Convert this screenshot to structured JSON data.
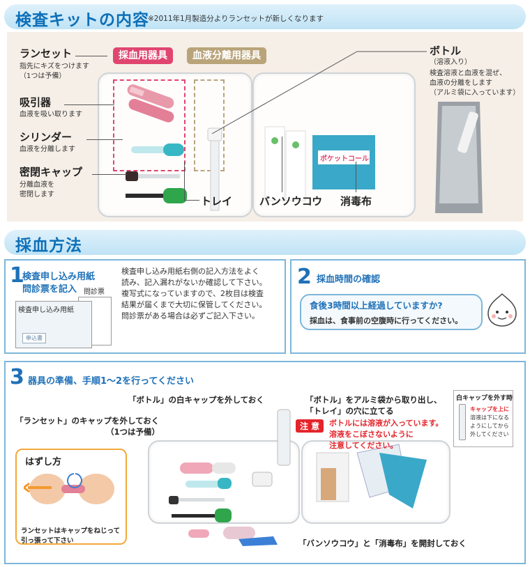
{
  "kit": {
    "title": "検査キットの内容",
    "note": "※2011年1月製造分よりランセットが新しくなります",
    "tag_blood": "採血用器具",
    "tag_sep": "血液分離用器具",
    "lancet": {
      "label": "ランセット",
      "desc1": "指先にキズをつけます",
      "desc2": "（1つは予備）"
    },
    "suction": {
      "label": "吸引器",
      "desc": "血液を吸い取ります"
    },
    "cylinder": {
      "label": "シリンダー",
      "desc": "血液を分離します"
    },
    "cap": {
      "label": "密閉キャップ",
      "desc1": "分離血液を",
      "desc2": "密閉します"
    },
    "tray": "トレイ",
    "bandage": "バンソウコウ",
    "wipe": "消毒布",
    "wipe_pkg": "ポケットコール",
    "bottle": {
      "label": "ボトル",
      "sub": "（溶液入り）",
      "desc1": "検査溶液と血液を混ぜ、",
      "desc2": "血液の分離をします",
      "desc3": "（アルミ袋に入っています）"
    }
  },
  "method": {
    "title": "採血方法",
    "step1": {
      "num": "1",
      "title1": "検査申し込み用紙",
      "title2": "問診票を記入",
      "form_label1": "問診票",
      "form_label2": "検査申し込み用紙",
      "form_stamp": "申込書",
      "text": [
        "検査申し込み用紙右側の記入方法をよく",
        "読み、記入漏れがないか確認して下さい。",
        "複写式になっていますので、2枚目は検査",
        "結果が届くまで大切に保管してください。",
        "問診票がある場合は必ずご記入下さい。"
      ]
    },
    "step2": {
      "num": "2",
      "title": "採血時間の確認",
      "bubble1": "食後3時間以上経過していますか?",
      "bubble2": "採血は、食事前の空腹時に行ってください。"
    },
    "step3": {
      "num": "3",
      "title": "器具の準備、手順1～2を行ってください",
      "c_bottle_cap": "「ボトル」の白キャップを外しておく",
      "c_bottle_out1": "「ボトル」をアルミ袋から取り出し、",
      "c_bottle_out2": "「トレイ」の穴に立てる",
      "c_lancet1": "「ランセット」のキャップを外しておく",
      "c_lancet2": "（1つは予備）",
      "caution": "注 意",
      "caution1": "ボトルには溶液が入っています。",
      "caution2": "溶液をこぼさないように",
      "caution3": "注意してください。",
      "side_title": "白キャップを外す時",
      "side1": "キャップを上に",
      "side2": "溶液は下になる",
      "side3": "ようにしてから",
      "side4": "外してください",
      "how_title": "はずし方",
      "how1": "ランセットはキャップをねじって",
      "how2": "引っ張って下さい",
      "c_open": "「バンソウコウ」と「消毒布」を開封しておく"
    }
  },
  "colors": {
    "accent": "#1f71b8",
    "pink": "#e04570",
    "tan": "#b9a47a",
    "red": "#e4242b"
  }
}
